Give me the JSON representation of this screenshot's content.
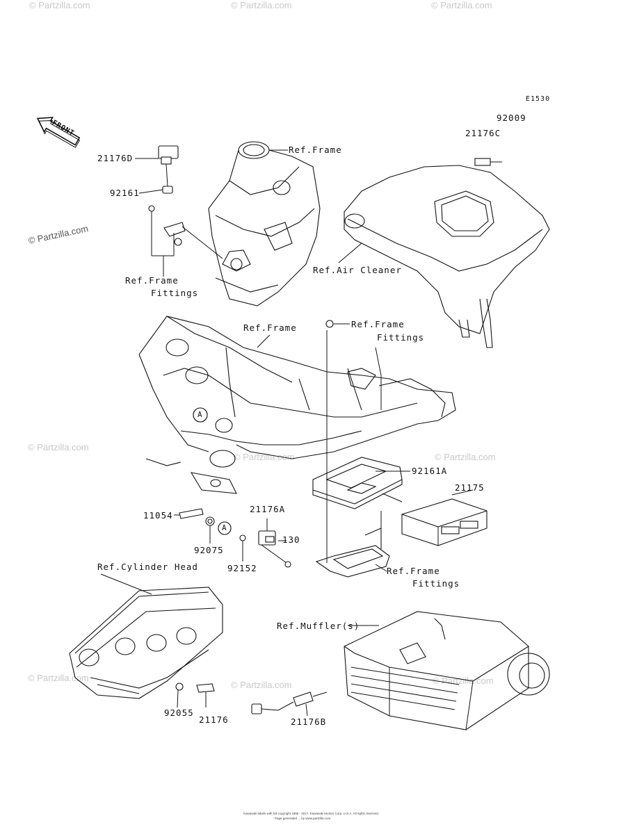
{
  "watermark": "© Partzilla.com",
  "diagram_code": "E1530",
  "front_label": "FRONT",
  "part_numbers": {
    "p92009": "92009",
    "p21176C": "21176C",
    "p21176D": "21176D",
    "p92161": "92161",
    "p92161A": "92161A",
    "p21175": "21175",
    "p11054": "11054",
    "p21176A": "21176A",
    "p130": "130",
    "p92075": "92075",
    "p92152": "92152",
    "p92055": "92055",
    "p21176": "21176",
    "p21176B": "21176B"
  },
  "refs": {
    "frame_top": "Ref.Frame",
    "air_cleaner": "Ref.Air Cleaner",
    "frame_fittings_left_1": "Ref.Frame",
    "frame_fittings_left_2": "Fittings",
    "frame_mid": "Ref.Frame",
    "frame_fittings_mid_1": "Ref.Frame",
    "frame_fittings_mid_2": "Fittings",
    "frame_fittings_low_1": "Ref.Frame",
    "frame_fittings_low_2": "Fittings",
    "cylinder_head": "Ref.Cylinder Head",
    "muffler": "Ref.Muffler(s)"
  },
  "callout_A": "A",
  "footer": {
    "line1": "Kawasaki labels with full copyright 1995 - 2017, Kawasaki Motors Corp. U.S.A. All rights reserved.",
    "line2": "Page generated ... by www.partzilla.com"
  }
}
